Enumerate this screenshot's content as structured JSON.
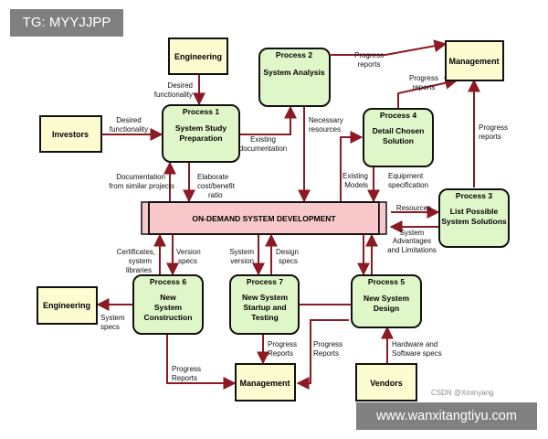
{
  "overlay": {
    "tag": "TG: MYYJJPP",
    "watermark": "CSDN @Xminyang",
    "site": "www.wanxitangtiyu.com"
  },
  "colors": {
    "external": "#fdfbd0",
    "process": "#dff7c8",
    "central": "#f9c8cb",
    "arrow": "#8b1a22"
  },
  "central": {
    "label": "ON-DEMAND SYSTEM DEVELOPMENT"
  },
  "externals": {
    "engineering_top": "Engineering",
    "investors": "Investors",
    "management_top": "Management",
    "engineering_left": "Engineering",
    "management_bottom": "Management",
    "vendors": "Vendors"
  },
  "processes": {
    "p1": {
      "number": "Process 1",
      "lines": [
        "System Study",
        "Preparation"
      ]
    },
    "p2": {
      "number": "Process 2",
      "lines": [
        "System Analysis"
      ]
    },
    "p3": {
      "number": "Process 3",
      "lines": [
        "List Possible",
        "System Solutions"
      ]
    },
    "p4": {
      "number": "Process 4",
      "lines": [
        "Detail Chosen",
        "Solution"
      ]
    },
    "p5": {
      "number": "Process 5",
      "lines": [
        "New System",
        "Design"
      ]
    },
    "p6": {
      "number": "Process 6",
      "lines": [
        "New",
        "System",
        "Construction"
      ]
    },
    "p7": {
      "number": "Process 7",
      "lines": [
        "New System",
        "Startup and",
        "Testing"
      ]
    }
  },
  "flows": {
    "desired_functionality_eng": [
      "Desired",
      "functionality"
    ],
    "desired_functionality_inv": [
      "Desired",
      "functionality"
    ],
    "existing_documentation": [
      "Existing",
      "documentation"
    ],
    "necessary_resources": [
      "Necessary",
      "resources"
    ],
    "progress_reports_p2": [
      "Progress",
      "reports"
    ],
    "progress_reports_p4": [
      "Progress",
      "reports"
    ],
    "progress_reports_p3": [
      "Progress",
      "reports"
    ],
    "documentation_similar": [
      "Documentation",
      "from similar projects"
    ],
    "elaborate_cost": [
      "Elaborate",
      "cost/benefit",
      "ratio"
    ],
    "existing_models": [
      "Existing",
      "Models"
    ],
    "equipment_spec": [
      "Equipment",
      "specification"
    ],
    "resources": [
      "Resources"
    ],
    "system_advantages": [
      "System",
      "Advantages",
      "and Limitations"
    ],
    "certificates": [
      "Certificates,",
      "system",
      "libraries"
    ],
    "version_specs": [
      "Version",
      "specs"
    ],
    "system_version": [
      "System",
      "version"
    ],
    "design_specs": [
      "Design",
      "specs"
    ],
    "system_specs": [
      "System",
      "specs"
    ],
    "progress_reports_p6": [
      "Progress",
      "Reports"
    ],
    "progress_reports_p7": [
      "Progress",
      "Reports"
    ],
    "progress_reports_p5": [
      "Progress",
      "Reports"
    ],
    "hardware_software": [
      "Hardware and",
      "Software specs"
    ]
  }
}
